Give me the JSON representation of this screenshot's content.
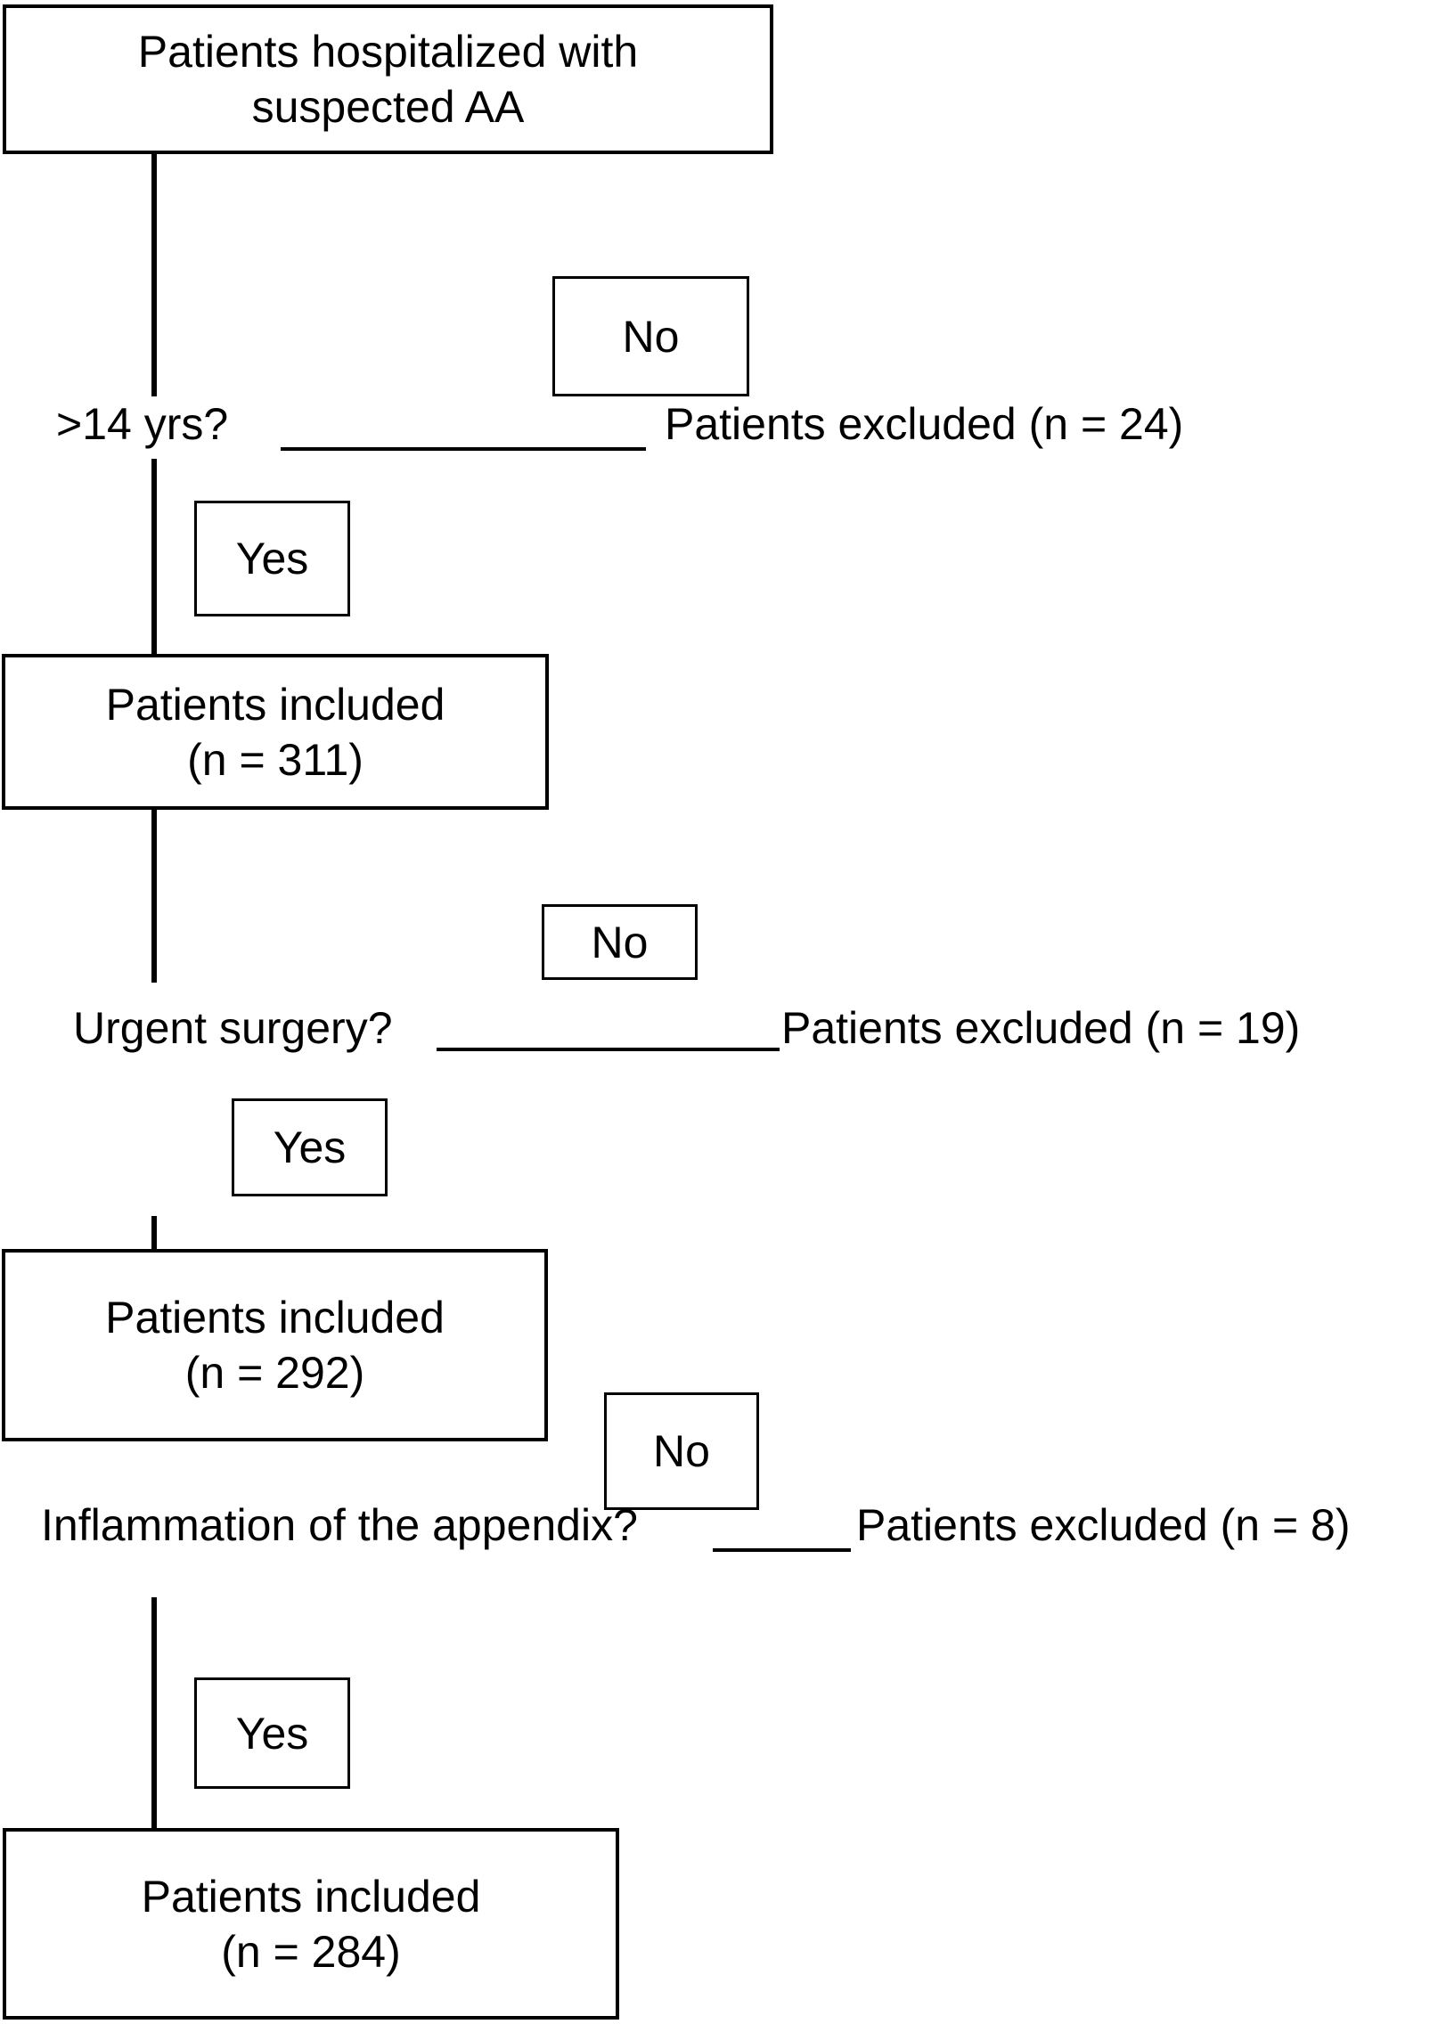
{
  "diagram": {
    "background_color": "#ffffff",
    "line_color": "#000000",
    "text_color": "#000000",
    "start_box": {
      "line1": "Patients hospitalized with",
      "line2": "suspected AA"
    },
    "branches": [
      {
        "question": ">14 yrs?",
        "no_label": "No",
        "excluded_text": "Patients excluded (n = 24)",
        "yes_label": "Yes",
        "result_line1": "Patients included",
        "result_line2": "(n = 311)"
      },
      {
        "question": "Urgent surgery?",
        "no_label": "No",
        "excluded_text": "Patients excluded (n = 19)",
        "yes_label": "Yes",
        "result_line1": "Patients included",
        "result_line2": "(n = 292)"
      },
      {
        "question": "Inflammation of the appendix?",
        "no_label": "No",
        "excluded_text": "Patients excluded (n = 8)",
        "yes_label": "Yes",
        "result_line1": "Patients included",
        "result_line2": "(n = 284)"
      }
    ]
  }
}
